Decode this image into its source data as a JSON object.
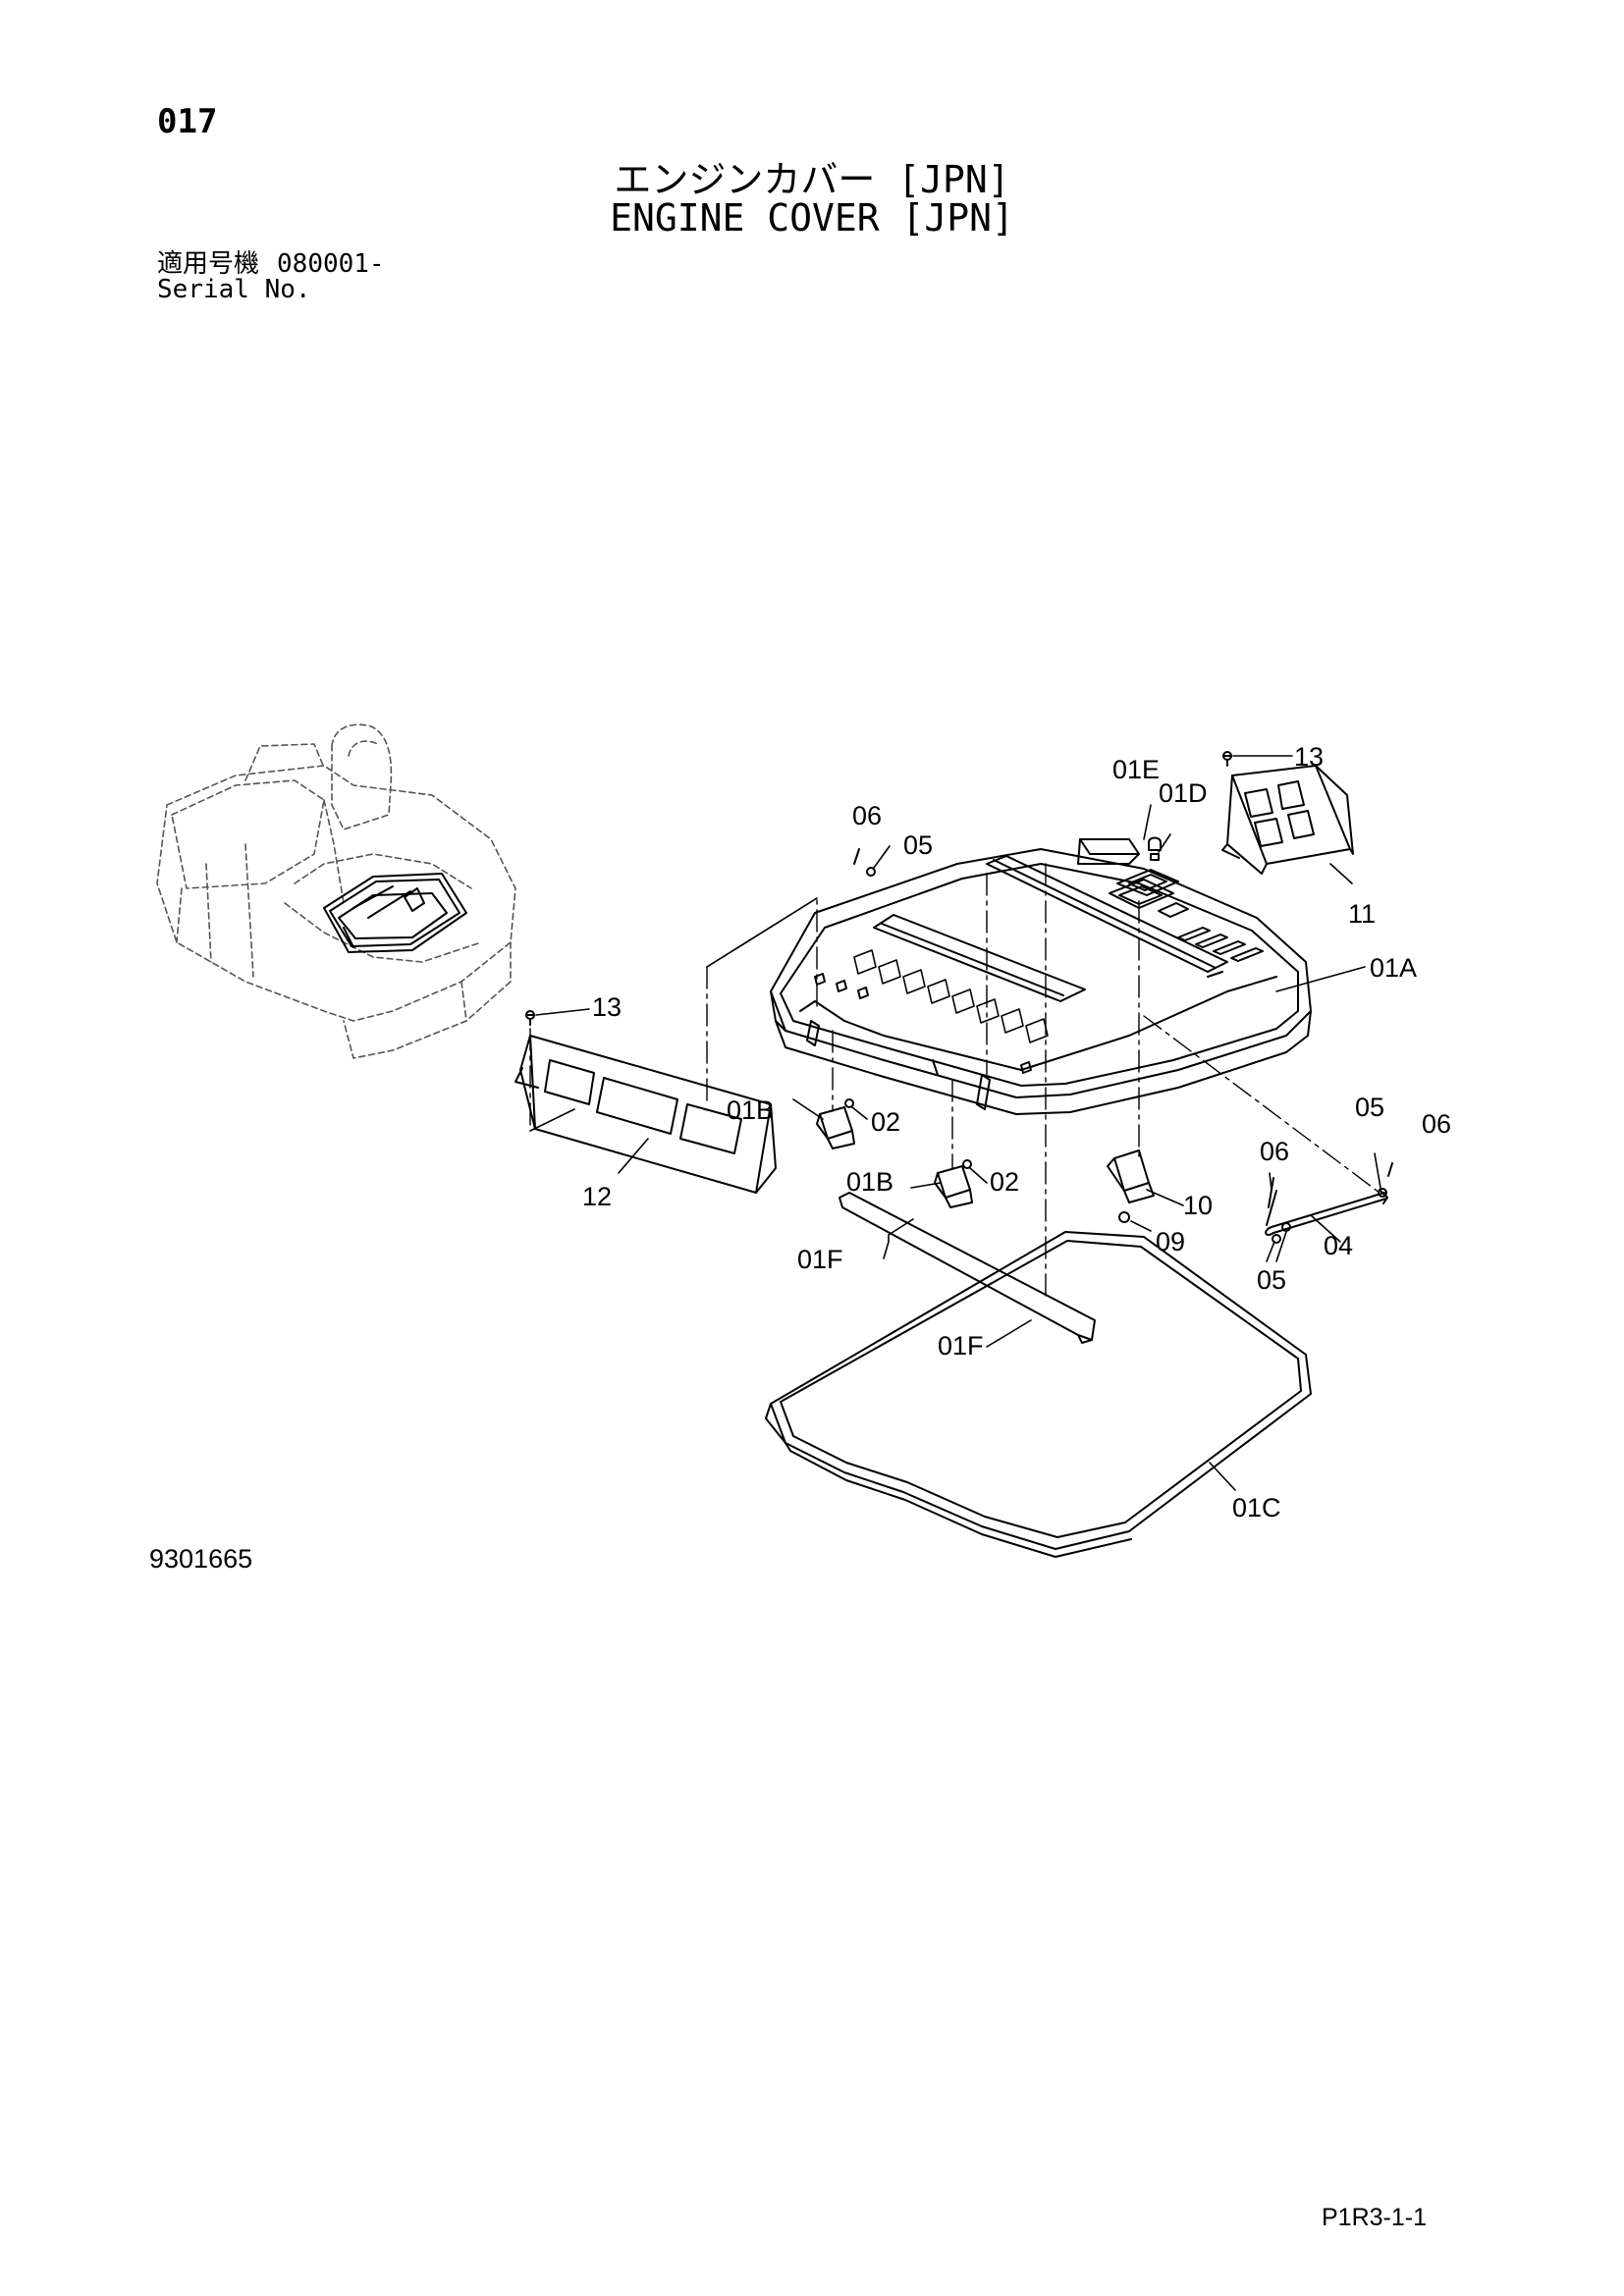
{
  "header": {
    "page_number": "017",
    "title_jp": "エンジンカバー [JPN]",
    "title_en": "ENGINE COVER [JPN]",
    "serial_label_jp": "適用号機",
    "serial_label_en": "Serial No.",
    "serial_value": "080001-"
  },
  "footer": {
    "drawing_number": "9301665",
    "page_code": "P1R3-1-1"
  },
  "callouts": {
    "c13a": "13",
    "c01e": "01E",
    "c01d": "01D",
    "c06a": "06",
    "c05a": "05",
    "c11": "11",
    "c01a": "01A",
    "c13b": "13",
    "c01b1": "01B",
    "c02a": "02",
    "c05b": "05",
    "c06b": "06",
    "c06c": "06",
    "c12": "12",
    "c01b2": "01B",
    "c02b": "02",
    "c10": "10",
    "c09": "09",
    "c04": "04",
    "c01f1": "01F",
    "c05c": "05",
    "c01f2": "01F",
    "c01c": "01C"
  }
}
